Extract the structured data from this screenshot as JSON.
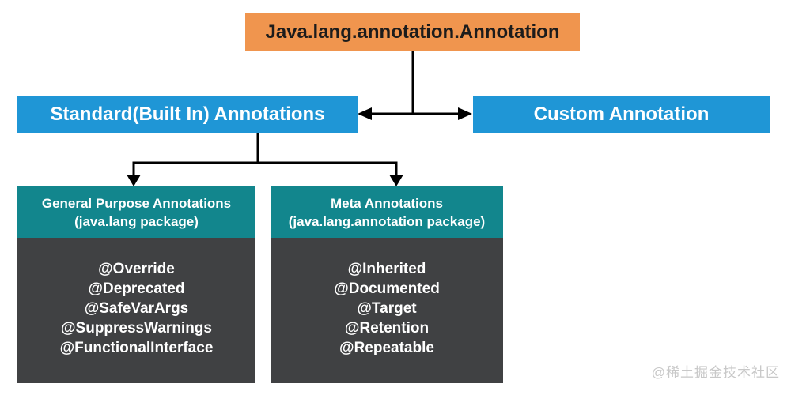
{
  "colors": {
    "orange": "#F0954E",
    "blue": "#1F96D6",
    "teal": "#12868D",
    "dark": "#404143",
    "line": "#000000",
    "watermark": "#C8C8C8",
    "orange-text": "#1C1C1C"
  },
  "root": {
    "label": "Java.lang.annotation.Annotation"
  },
  "branches": {
    "standard": {
      "label": "Standard(Built In) Annotations"
    },
    "custom": {
      "label": "Custom Annotation"
    }
  },
  "groups": [
    {
      "title_line1": "General Purpose Annotations",
      "title_line2": "(java.lang package)",
      "items": [
        "@Override",
        "@Deprecated",
        "@SafeVarArgs",
        "@SuppressWarnings",
        "@FunctionalInterface"
      ]
    },
    {
      "title_line1": "Meta Annotations",
      "title_line2": "(java.lang.annotation package)",
      "items": [
        "@Inherited",
        "@Documented",
        "@Target",
        "@Retention",
        "@Repeatable"
      ]
    }
  ],
  "watermark": {
    "text": "@稀土掘金技术社区"
  }
}
